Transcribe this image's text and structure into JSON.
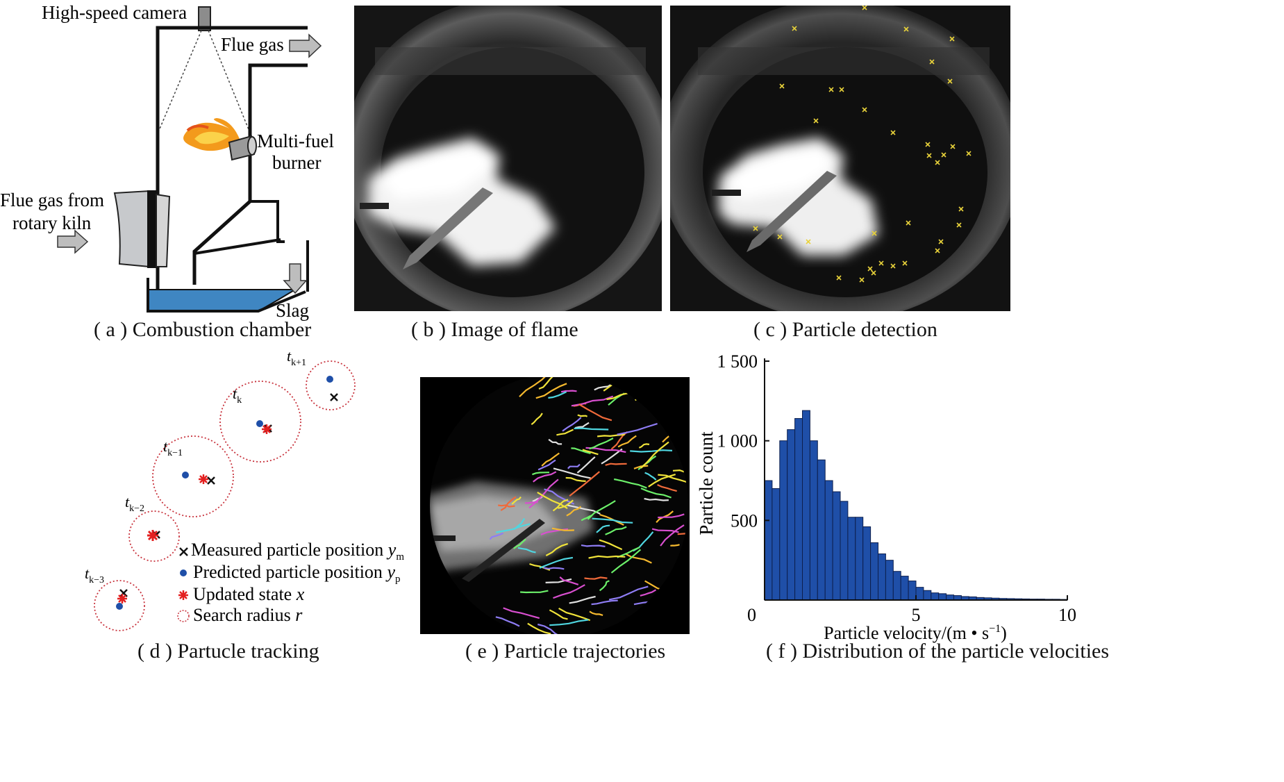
{
  "panel_a": {
    "camera_label": "High-speed camera",
    "flue_gas_label": "Flue gas",
    "burner_line1": "Multi-fuel",
    "burner_line2": "burner",
    "kiln_line1": "Flue gas from",
    "kiln_line2": "rotary kiln",
    "slag_label": "Slag",
    "caption": "( a )  Combustion chamber"
  },
  "panel_b": {
    "caption": "( b )  Image of flame"
  },
  "panel_c": {
    "caption": "( c )  Particle detection",
    "marker_color": "#e8d23a"
  },
  "panel_d": {
    "caption": "( d ) Partucle tracking",
    "time_labels": [
      {
        "t": "t",
        "sub": "k+1"
      },
      {
        "t": "t",
        "sub": "k"
      },
      {
        "t": "t",
        "sub": "k−1"
      },
      {
        "t": "t",
        "sub": "k−2"
      },
      {
        "t": "t",
        "sub": "k−3"
      }
    ],
    "legend": [
      {
        "symbol": "×",
        "text": "Measured particle position ",
        "var": "y",
        "sub": "m"
      },
      {
        "symbol": "●",
        "text": "Predicted particle position ",
        "var": "y",
        "sub": "p"
      },
      {
        "symbol": "✱",
        "text": "Updated state ",
        "var": "x",
        "sub": ""
      },
      {
        "symbol": "◌",
        "text": "Search radius ",
        "var": "r",
        "sub": ""
      }
    ],
    "colors": {
      "measured": "#111111",
      "predicted": "#1f4fa8",
      "updated": "#e32020",
      "radius": "#c8323c"
    }
  },
  "panel_e": {
    "caption": "( e ) Particle trajectories"
  },
  "panel_f": {
    "caption": "( f )  Distribution of the particle velocities"
  },
  "chart_data": {
    "type": "bar",
    "title": "",
    "xlabel": "Particle velocity/(m • s",
    "xlabel_sup": "−1",
    "xlabel_end": ")",
    "ylabel": "Particle count",
    "xlim": [
      0,
      10
    ],
    "ylim": [
      0,
      1500
    ],
    "xticks": [
      "0",
      "5",
      "10"
    ],
    "yticks": [
      "500",
      "1 000",
      "1 500"
    ],
    "bar_color": "#1f4fa8",
    "bin_width": 0.25,
    "x": [
      0.125,
      0.375,
      0.625,
      0.875,
      1.125,
      1.375,
      1.625,
      1.875,
      2.125,
      2.375,
      2.625,
      2.875,
      3.125,
      3.375,
      3.625,
      3.875,
      4.125,
      4.375,
      4.625,
      4.875,
      5.125,
      5.375,
      5.625,
      5.875,
      6.125,
      6.375,
      6.625,
      6.875,
      7.125,
      7.375,
      7.625,
      7.875,
      8.125,
      8.375,
      8.625,
      8.875,
      9.125,
      9.375,
      9.625,
      9.875
    ],
    "values": [
      750,
      700,
      1000,
      1070,
      1140,
      1190,
      1000,
      880,
      750,
      680,
      620,
      520,
      520,
      460,
      360,
      290,
      250,
      180,
      150,
      120,
      80,
      60,
      45,
      40,
      32,
      28,
      22,
      20,
      16,
      14,
      12,
      10,
      9,
      8,
      7,
      6,
      6,
      5,
      5,
      4
    ]
  }
}
